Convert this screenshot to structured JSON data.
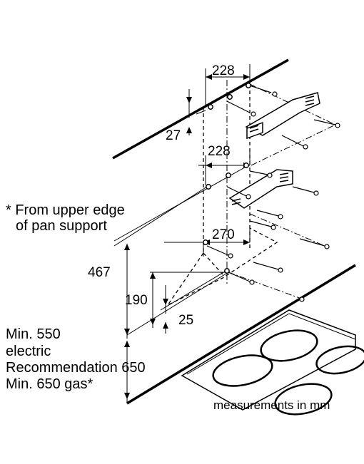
{
  "dimensions": {
    "top_spacing": "228",
    "top_offset": "27",
    "middle_spacing": "228",
    "lower_spacing": "270",
    "overall_height": "467",
    "lower_height": "190",
    "lower_offset": "25"
  },
  "notes": {
    "upper_edge_line1": "* From upper edge",
    "upper_edge_line2": "of pan support",
    "min_line1": "Min. 550",
    "min_line2": "electric",
    "min_line3": "Recommendation 650",
    "min_line4": "Min. 650 gas*"
  },
  "legend": {
    "units": "measurements in mm"
  },
  "colors": {
    "line": "#000000",
    "background": "#ffffff"
  }
}
